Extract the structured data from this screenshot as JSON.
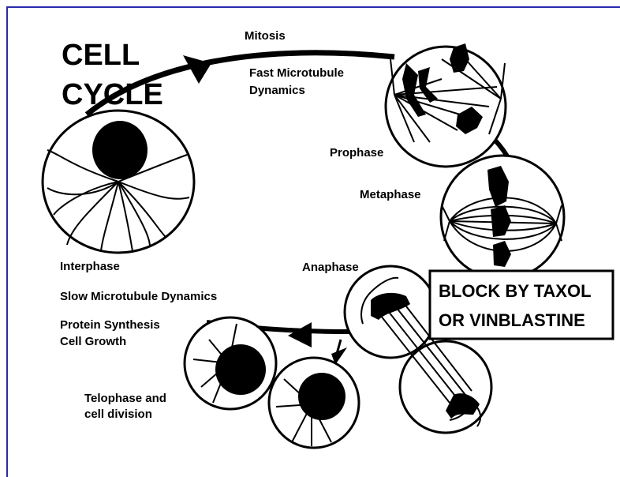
{
  "title": {
    "line1": "CELL",
    "line2": "CYCLE"
  },
  "labels": {
    "mitosis": "Mitosis",
    "fast_line1": "Fast Microtubule",
    "fast_line2": "Dynamics",
    "prophase": "Prophase",
    "metaphase": "Metaphase",
    "anaphase": "Anaphase",
    "interphase": "Interphase",
    "slow": "Slow Microtubule Dynamics",
    "protein": "Protein Synthesis",
    "growth": "Cell Growth",
    "telophase_line1": "Telophase and",
    "telophase_line2": "cell division"
  },
  "callout": {
    "line1": "BLOCK BY TAXOL",
    "line2": "OR VINBLASTINE"
  },
  "colors": {
    "frame": "#2b2bb0",
    "ink": "#000000"
  }
}
